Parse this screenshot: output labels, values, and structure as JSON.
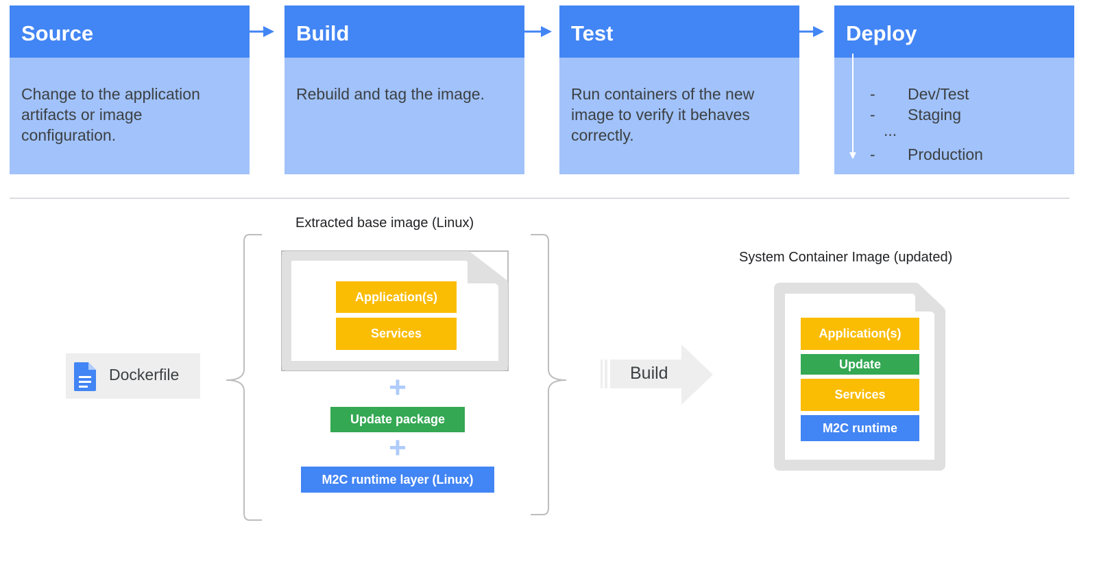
{
  "pipeline": {
    "stages": [
      {
        "title": "Source",
        "description": "Change to the application artifacts or image configuration."
      },
      {
        "title": "Build",
        "description": "Rebuild and tag the image."
      },
      {
        "title": "Test",
        "description": "Run containers of the new image to verify it behaves correctly."
      },
      {
        "title": "Deploy",
        "environments": [
          {
            "dash": "-",
            "name": "Dev/Test"
          },
          {
            "dash": "-",
            "name": "Staging"
          },
          {
            "dash": "",
            "name": "..."
          },
          {
            "dash": "-",
            "name": "Production"
          }
        ]
      }
    ]
  },
  "build_diagram": {
    "dockerfile_label": "Dockerfile",
    "base_image_title": "Extracted base image (Linux)",
    "base_image_layers": [
      "Application(s)",
      "Services"
    ],
    "plus_sign": "+",
    "update_package": "Update package",
    "runtime_layer": "M2C runtime layer (Linux)",
    "build_arrow_label": "Build",
    "result_title": "System Container Image (updated)",
    "result_layers": [
      "Application(s)",
      "Update",
      "Services",
      "M2C runtime"
    ]
  },
  "colors": {
    "stage_header": "#4285f4",
    "stage_body": "#a1c2fa",
    "layer_yellow": "#fbbc04",
    "layer_green": "#34a853",
    "layer_blue": "#4285f4",
    "document_gray": "#e0e0e0"
  }
}
